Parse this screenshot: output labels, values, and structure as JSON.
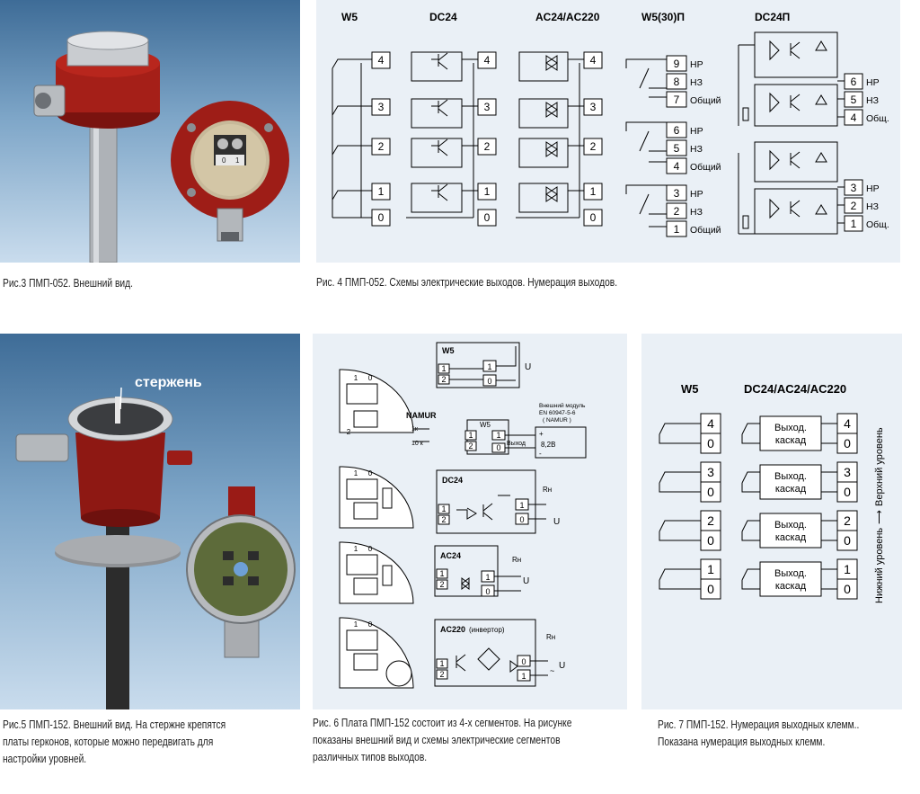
{
  "fig3": {
    "caption": "Рис.3   ПМП-052. Внешний вид.",
    "terminal_labels": [
      "0",
      "1"
    ]
  },
  "fig4": {
    "caption": "Рис. 4   ПМП-052. Схемы электрические выходов. Нумерация выходов.",
    "headers": [
      "W5",
      "DC24",
      "AC24/AC220",
      "W5(30)П",
      "DC24П"
    ],
    "outputs": [
      "4",
      "3",
      "2",
      "1",
      "0"
    ],
    "relay_terms": [
      "9",
      "8",
      "7",
      "6",
      "5",
      "4",
      "3",
      "2",
      "1"
    ],
    "relay_labels": [
      "НР",
      "НЗ",
      "Общий"
    ],
    "dc24p_terms": [
      "6",
      "5",
      "4",
      "3",
      "2",
      "1"
    ],
    "dc24p_labels": [
      "НР",
      "НЗ",
      "Общ."
    ]
  },
  "fig5": {
    "caption_line1": "Рис.5     ПМП-152. Внешний вид. На стержне крепятся",
    "caption_line2": "платы  герконов,  которые  можно  передвигать  для",
    "caption_line3": "настройки уровней.",
    "rod_label": "стержень"
  },
  "fig6": {
    "caption_line1": "Рис. 6    Плата ПМП-152 состоит из 4-х сегментов. На рисунке",
    "caption_line2": "показаны  внешний вид  и  схемы  электрические  сегментов",
    "caption_line3": "различных типов выходов.",
    "segment_titles": [
      "W5",
      "NAMUR",
      "DC24",
      "AC24",
      "AC220"
    ],
    "inverter_note": "(инвертор)",
    "module_line1": "Внешний модуль",
    "module_line2": "EN 60947-5-6",
    "module_line3": "( NAMUR )",
    "out_label": "Выход",
    "voltage": "8,2В",
    "res1": "1к",
    "res2": "10 к",
    "rn": "Rн",
    "u": "U",
    "plus": "+",
    "minus": "-",
    "tilde": "~",
    "pins": [
      "1",
      "2",
      "0"
    ],
    "board_pins": [
      "1",
      "0",
      "2"
    ]
  },
  "fig7": {
    "caption_line1": "Рис. 7   ПМП-152. Нумерация выходных клемм..",
    "caption_line2": "Показана нумерация выходных клемм.",
    "header_left": "W5",
    "header_right": "DC24/AC24/AC220",
    "pairs": [
      [
        "4",
        "0"
      ],
      [
        "3",
        "0"
      ],
      [
        "2",
        "0"
      ],
      [
        "1",
        "0"
      ]
    ],
    "cascade_line1": "Выход.",
    "cascade_line2": "каскад",
    "side_lower": "Нижний уровень",
    "side_upper": "Верхний уровень",
    "arrow": "⟶"
  },
  "colors": {
    "photo_bg": "#4f7ca6",
    "diagram_bg": "#eaf0f6",
    "housing_red": "#9b1c17",
    "metal": "#b9bcc0"
  }
}
